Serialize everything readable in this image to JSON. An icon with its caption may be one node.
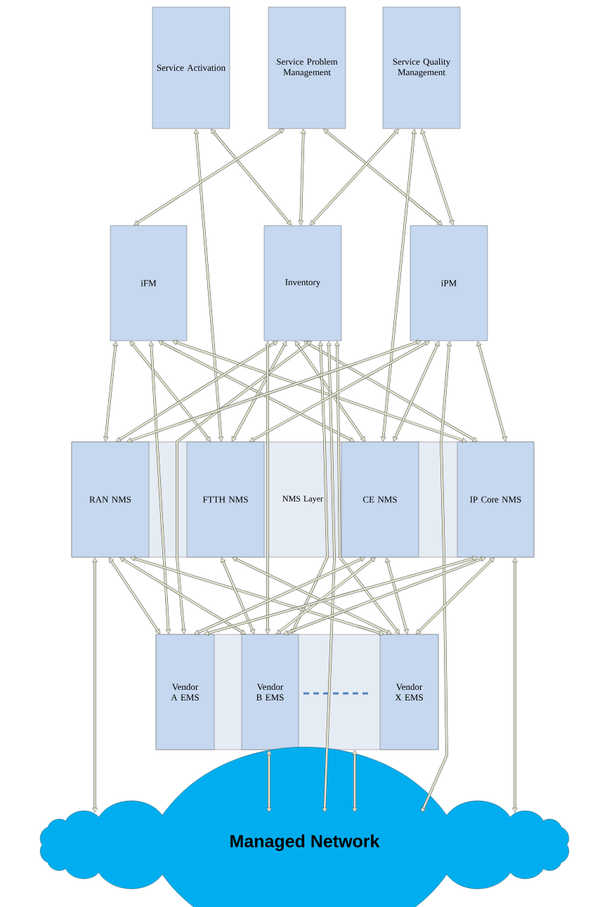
{
  "diagram": {
    "nodes": [
      {
        "text": [
          "Service Activation"
        ]
      },
      {
        "text": [
          "Service Problem Management"
        ]
      },
      {
        "text": [
          "Service Quality Management"
        ]
      },
      {
        "text": [
          "iFM"
        ]
      },
      {
        "text": [
          "Inventory"
        ]
      },
      {
        "text": [
          "iPM"
        ]
      },
      {
        "text": [
          "NMS Layer"
        ]
      },
      {
        "text": [
          "RAN NMS"
        ],
        "in": 6
      },
      {
        "text": [
          "FTTH NMS"
        ],
        "in": 6
      },
      {
        "text": [
          "CE NMS"
        ],
        "in": 6
      },
      {
        "text": [
          "IP Core NMS"
        ],
        "in": 6
      },
      {
        "text": [],
        "shape": "box"
      },
      {
        "text": [
          "Vendor A EMS"
        ],
        "in": 11
      },
      {
        "text": [
          "Vendor B EMS"
        ],
        "in": 11
      },
      {
        "text": [
          "Vendor X EMS"
        ],
        "in": 11
      },
      {
        "text": [
          "Managed Network"
        ]
      }
    ],
    "edges": [
      {
        "from": 0,
        "to": 8,
        "arrow": "both"
      },
      {
        "from": 0,
        "to": 4,
        "arrow": "both"
      },
      {
        "from": 1,
        "to": 3,
        "arrow": "both"
      },
      {
        "from": 1,
        "to": 4,
        "arrow": "both"
      },
      {
        "from": 1,
        "to": 5,
        "arrow": "both"
      },
      {
        "from": 2,
        "to": 4,
        "arrow": "both"
      },
      {
        "from": 2,
        "to": 5,
        "arrow": "both"
      },
      {
        "from": 2,
        "to": 9,
        "arrow": "both"
      },
      {
        "from": 3,
        "to": 7,
        "arrow": "both"
      },
      {
        "from": 3,
        "to": 8,
        "arrow": "both"
      },
      {
        "from": 3,
        "to": 9,
        "arrow": "both"
      },
      {
        "from": 3,
        "to": 10,
        "arrow": "both"
      },
      {
        "from": 3,
        "to": 12,
        "arrow": "both"
      },
      {
        "from": 4,
        "to": 7,
        "arrow": "both"
      },
      {
        "from": 4,
        "to": 8,
        "arrow": "both"
      },
      {
        "from": 4,
        "to": 9,
        "arrow": "both"
      },
      {
        "from": 4,
        "to": 10,
        "arrow": "both"
      },
      {
        "from": 4,
        "to": 12,
        "arrow": "both"
      },
      {
        "from": 4,
        "to": 13,
        "arrow": "both"
      },
      {
        "from": 4,
        "to": 13,
        "arrow": "both"
      },
      {
        "from": 4,
        "to": 15,
        "arrow": "both"
      },
      {
        "from": 4,
        "to": 14,
        "arrow": "both"
      },
      {
        "from": 5,
        "to": 7,
        "arrow": "both"
      },
      {
        "from": 5,
        "to": 8,
        "arrow": "both"
      },
      {
        "from": 5,
        "to": 9,
        "arrow": "both"
      },
      {
        "from": 5,
        "to": 10,
        "arrow": "both"
      },
      {
        "from": 5,
        "to": 15,
        "arrow": "both"
      },
      {
        "from": 7,
        "to": 12,
        "arrow": "both"
      },
      {
        "from": 7,
        "to": 13,
        "arrow": "both"
      },
      {
        "from": 7,
        "to": 14,
        "arrow": "both"
      },
      {
        "from": 8,
        "to": 13,
        "arrow": "both"
      },
      {
        "from": 8,
        "to": 14,
        "arrow": "both"
      },
      {
        "from": 9,
        "to": 12,
        "arrow": "both"
      },
      {
        "from": 9,
        "to": 13,
        "arrow": "both"
      },
      {
        "from": 9,
        "to": 14,
        "arrow": "both"
      },
      {
        "from": 10,
        "to": 12,
        "arrow": "both"
      },
      {
        "from": 10,
        "to": 13,
        "arrow": "both"
      },
      {
        "from": 10,
        "to": 14,
        "arrow": "both"
      },
      {
        "from": 7,
        "to": 15,
        "arrow": "both"
      },
      {
        "from": 10,
        "to": 15,
        "arrow": "both"
      },
      {
        "from": 13,
        "to": 15,
        "arrow": "both"
      },
      {
        "from": 11,
        "to": 15,
        "arrow": "both"
      }
    ]
  }
}
